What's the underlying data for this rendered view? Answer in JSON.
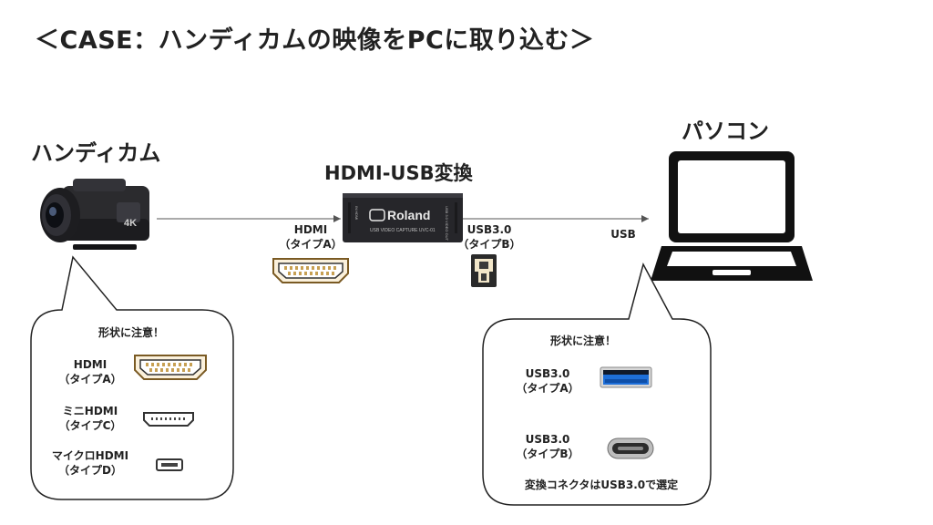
{
  "title": "＜CASE：ハンディカムの映像をPCに取り込む＞",
  "camera": {
    "label": "ハンディカム",
    "badge": "4K"
  },
  "converter": {
    "label": "HDMI-USB変換",
    "brand": "Roland",
    "model_text": "USB VIDEO CAPTURE   UVC-01",
    "side_left": "IN HDMI",
    "side_right": "USB 3.0 VIDEO OUT"
  },
  "pc": {
    "label": "パソコン"
  },
  "connections": {
    "hdmi_label_1": "HDMI",
    "hdmi_label_2": "（タイプA）",
    "usb_label_1": "USB3.0",
    "usb_label_2": "（タイプB）",
    "usb_pc_label": "USB"
  },
  "left_bubble": {
    "heading": "形状に注意！",
    "items": [
      {
        "line1": "HDMI",
        "line2": "（タイプA）"
      },
      {
        "line1": "ミニHDMI",
        "line2": "（タイプC）"
      },
      {
        "line1": "マイクロHDMI",
        "line2": "（タイプD）"
      }
    ]
  },
  "right_bubble": {
    "heading": "形状に注意！",
    "items": [
      {
        "line1": "USB3.0",
        "line2": "（タイプA）"
      },
      {
        "line1": "USB3.0",
        "line2": "（タイプB）"
      }
    ],
    "note": "変換コネクタはUSB3.0で選定"
  },
  "colors": {
    "usb3_blue": "#1e6fd9",
    "connector_gold": "#d9b36a"
  }
}
